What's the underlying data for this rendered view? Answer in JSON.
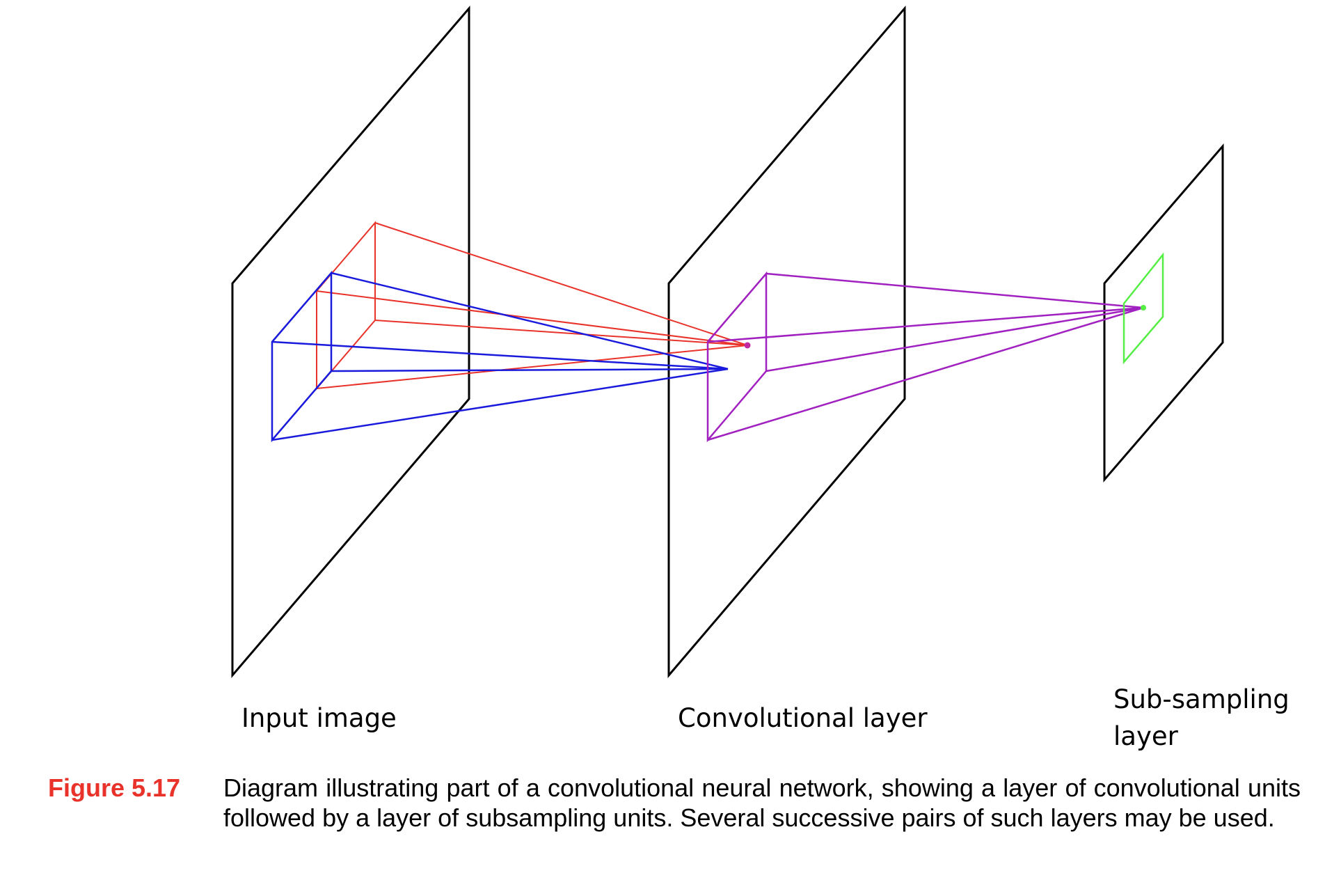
{
  "labels": {
    "input": "Input image",
    "conv": "Convolutional layer",
    "sub_line1": "Sub-sampling",
    "sub_line2": "layer"
  },
  "caption": {
    "number": "Figure 5.17",
    "text": "Diagram illustrating part of a convolutional neural network, showing a layer of convolu­tional units followed by a layer of subsampling units.  Several successive pairs of such layers may be used."
  },
  "colors": {
    "plane": "#000000",
    "red_field": "#e8322a",
    "blue_field": "#1a1adc",
    "purple_field": "#a020c0",
    "green_field": "#55ee44",
    "caption_number": "#e8322a"
  }
}
